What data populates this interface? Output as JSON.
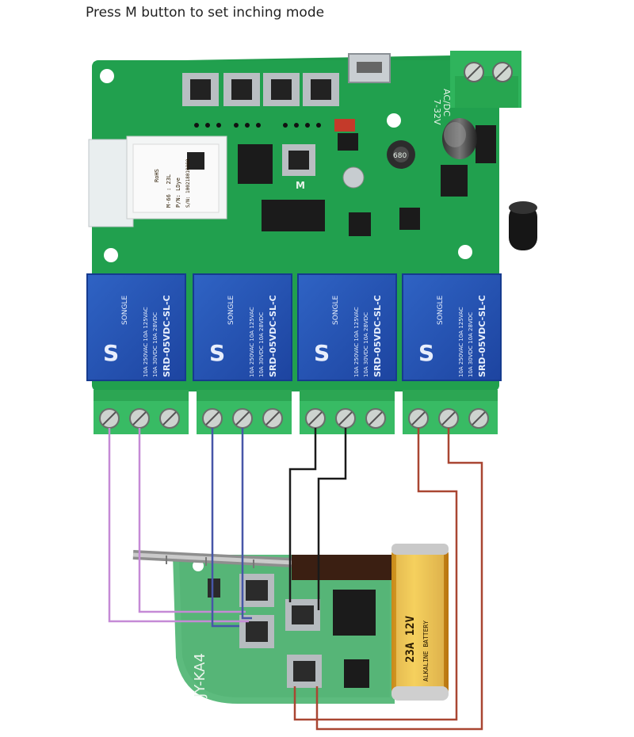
{
  "caption": "Press M button to set inching mode",
  "board": {
    "power_label": "7-32V",
    "acdc_label": "AC/DC",
    "m_button_label": "M",
    "module": {
      "label_rohs": "RoHS",
      "label_model": "M-66 : 23L",
      "label_pn": "P/N: LDye",
      "label_sn": "S/N: 100218010080"
    },
    "inductor_label": "680",
    "relay_brand": "SONGLE",
    "relay_model": "SRD-05VDC-SL-C",
    "relay_rating_1": "10A 250VAC 10A 125VAC",
    "relay_rating_2": "10A 30VDC 10A 28VDC"
  },
  "remote": {
    "label": "JY-KA4",
    "battery_label": "23A 12V",
    "battery_brand": "ALKALINE BATTERY"
  },
  "wire_colors": {
    "relay1": "#c58ad6",
    "relay2": "#4756a8",
    "relay3": "#1a1a1a",
    "relay4": "#a94632"
  }
}
